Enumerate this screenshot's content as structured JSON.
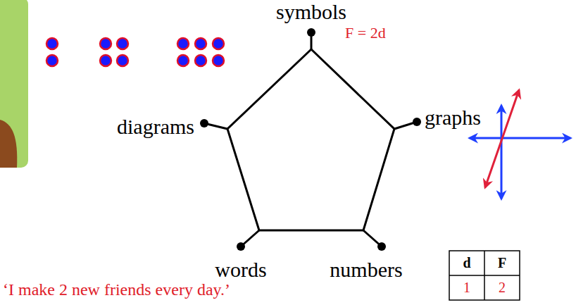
{
  "diagram": {
    "labels": [
      "symbols",
      "F = 2d",
      "graphs",
      "diagrams",
      "words",
      "numbers",
      "‘I make 2 new friends every day.’",
      "d",
      "F",
      "1",
      "2"
    ]
  }
}
